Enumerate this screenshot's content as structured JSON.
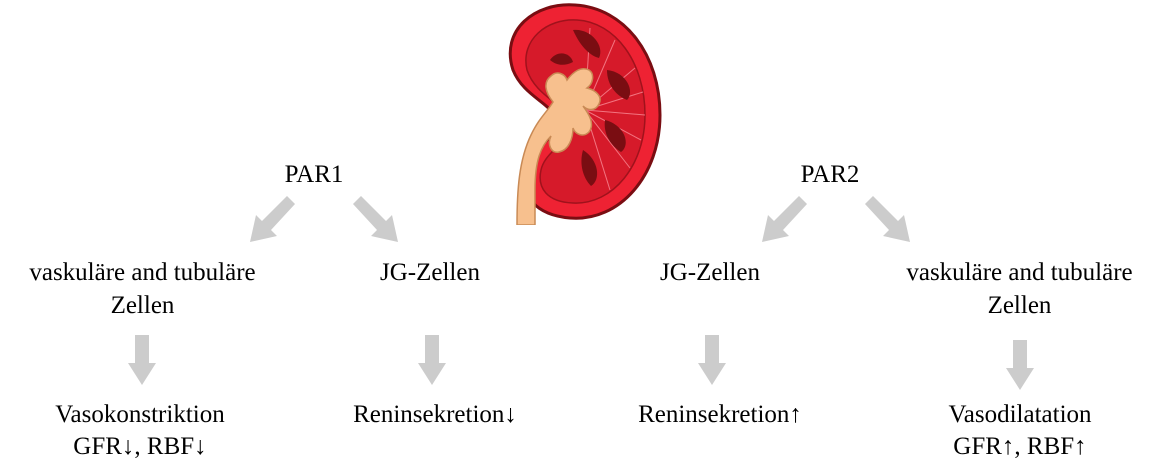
{
  "colors": {
    "arrow": "#cccccc",
    "kidney_cortex": "#ee2233",
    "kidney_dark": "#7a0d12",
    "kidney_pelvis": "#f7c08e",
    "text": "#000000"
  },
  "icons": {
    "kidney": "kidney-illustration",
    "arrow": "gray-block-arrow"
  },
  "left": {
    "receptor": "PAR1",
    "branch_a": {
      "cell_line1": "vaskuläre and tubuläre",
      "cell_line2": "Zellen",
      "effect_line1": "Vasokonstriktion",
      "effect_line2": "GFR↓, RBF↓"
    },
    "branch_b": {
      "cell_line1": "JG-Zellen",
      "effect_line1": "Reninsekretion↓"
    }
  },
  "right": {
    "receptor": "PAR2",
    "branch_a": {
      "cell_line1": "JG-Zellen",
      "effect_line1": "Reninsekretion↑"
    },
    "branch_b": {
      "cell_line1": "vaskuläre and tubuläre",
      "cell_line2": "Zellen",
      "effect_line1": "Vasodilatation",
      "effect_line2": "GFR↑, RBF↑"
    }
  }
}
